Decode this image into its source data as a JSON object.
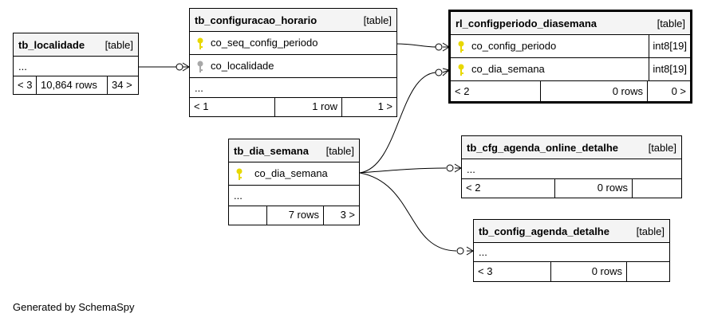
{
  "tables": {
    "localidade": {
      "name": "tb_localidade",
      "kind": "[table]",
      "more": "...",
      "prev": "< 3",
      "rows": "10,864 rows",
      "next": "34 >"
    },
    "config_horario": {
      "name": "tb_configuracao_horario",
      "kind": "[table]",
      "columns": [
        {
          "name": "co_seq_config_periodo",
          "key": "primary-key-icon"
        },
        {
          "name": "co_localidade",
          "key": "foreign-key-icon"
        }
      ],
      "more": "...",
      "prev": "< 1",
      "rows": "1 row",
      "next": "1 >"
    },
    "config_periodo": {
      "name": "rl_configperiodo_diasemana",
      "kind": "[table]",
      "columns": [
        {
          "name": "co_config_periodo",
          "type": "int8[19]",
          "key": "primary-key-icon"
        },
        {
          "name": "co_dia_semana",
          "type": "int8[19]",
          "key": "primary-key-icon"
        }
      ],
      "prev": "< 2",
      "rows": "0 rows",
      "next": "0 >"
    },
    "dia_semana": {
      "name": "tb_dia_semana",
      "kind": "[table]",
      "columns": [
        {
          "name": "co_dia_semana",
          "key": "primary-key-icon"
        }
      ],
      "more": "...",
      "prev": "",
      "rows": "7 rows",
      "next": "3 >"
    },
    "agenda_online": {
      "name": "tb_cfg_agenda_online_detalhe",
      "kind": "[table]",
      "more": "...",
      "prev": "< 2",
      "rows": "0 rows",
      "next": ""
    },
    "agenda_detalhe": {
      "name": "tb_config_agenda_detalhe",
      "kind": "[table]",
      "more": "...",
      "prev": "< 3",
      "rows": "0 rows",
      "next": ""
    }
  },
  "colors": {
    "primary_key": "#e8d800",
    "foreign_key": "#a8a8a8",
    "header_bg": "#f4f4f4"
  },
  "footer": {
    "credit": "Generated by SchemaSpy"
  }
}
